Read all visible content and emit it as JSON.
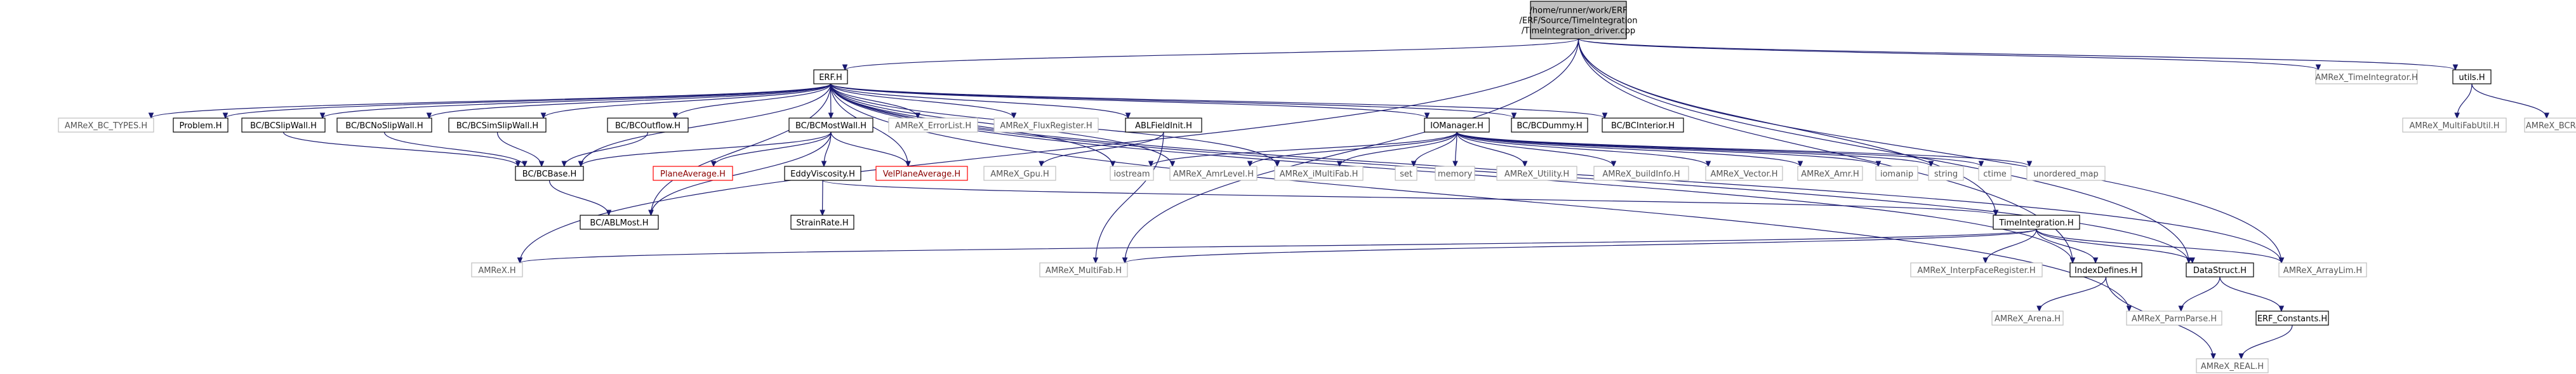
{
  "graph": {
    "nodes": [
      {
        "id": "root",
        "lines": [
          "/home/runner/work/ERF",
          "/ERF/Source/TimeIntegration",
          "/TimeIntegration_driver.cpp"
        ],
        "kind": "root"
      },
      {
        "id": "erf_h",
        "lines": [
          "ERF.H"
        ],
        "kind": "normal"
      },
      {
        "id": "amrex_timeintegrator_h",
        "lines": [
          "AMReX_TimeIntegrator.H"
        ],
        "kind": "sys"
      },
      {
        "id": "utils_h",
        "lines": [
          "utils.H"
        ],
        "kind": "normal"
      },
      {
        "id": "amrex_bc_types_h",
        "lines": [
          "AMReX_BC_TYPES.H"
        ],
        "kind": "sys"
      },
      {
        "id": "problem_h",
        "lines": [
          "Problem.H"
        ],
        "kind": "normal"
      },
      {
        "id": "bcslipwall_h",
        "lines": [
          "BC/BCSlipWall.H"
        ],
        "kind": "normal"
      },
      {
        "id": "bcnoslipwall_h",
        "lines": [
          "BC/BCNoSlipWall.H"
        ],
        "kind": "normal"
      },
      {
        "id": "bcsimslipwall_h",
        "lines": [
          "BC/BCSimSlipWall.H"
        ],
        "kind": "normal"
      },
      {
        "id": "bcoutflow_h",
        "lines": [
          "BC/BCOutflow.H"
        ],
        "kind": "normal"
      },
      {
        "id": "bcmostwall_h",
        "lines": [
          "BC/BCMostWall.H"
        ],
        "kind": "normal"
      },
      {
        "id": "amrex_errorlist_h",
        "lines": [
          "AMReX_ErrorList.H"
        ],
        "kind": "sys"
      },
      {
        "id": "amrex_fluxregister_h",
        "lines": [
          "AMReX_FluxRegister.H"
        ],
        "kind": "sys"
      },
      {
        "id": "ablfieldinit_h",
        "lines": [
          "ABLFieldInit.H"
        ],
        "kind": "normal"
      },
      {
        "id": "iomanager_h",
        "lines": [
          "IOManager.H"
        ],
        "kind": "normal"
      },
      {
        "id": "bcdummy_h",
        "lines": [
          "BC/BCDummy.H"
        ],
        "kind": "normal"
      },
      {
        "id": "bcinterior_h",
        "lines": [
          "BC/BCInterior.H"
        ],
        "kind": "normal"
      },
      {
        "id": "amrex_multifabutil_h",
        "lines": [
          "AMReX_MultiFabUtil.H"
        ],
        "kind": "sys"
      },
      {
        "id": "amrex_bcrec_h",
        "lines": [
          "AMReX_BCRec.H"
        ],
        "kind": "sys"
      },
      {
        "id": "bcbase_h",
        "lines": [
          "BC/BCBase.H"
        ],
        "kind": "normal"
      },
      {
        "id": "planeaverage_h",
        "lines": [
          "PlaneAverage.H"
        ],
        "kind": "red"
      },
      {
        "id": "velplaneaverage_h",
        "lines": [
          "VelPlaneAverage.H"
        ],
        "kind": "red"
      },
      {
        "id": "amrex_gpu_h",
        "lines": [
          "AMReX_Gpu.H"
        ],
        "kind": "sys"
      },
      {
        "id": "eddyviscosity_h",
        "lines": [
          "EddyViscosity.H"
        ],
        "kind": "normal"
      },
      {
        "id": "iostream",
        "lines": [
          "iostream"
        ],
        "kind": "sys"
      },
      {
        "id": "amrex_amrlevel_h",
        "lines": [
          "AMReX_AmrLevel.H"
        ],
        "kind": "sys"
      },
      {
        "id": "amrex_imultifab_h",
        "lines": [
          "AMReX_iMultiFab.H"
        ],
        "kind": "sys"
      },
      {
        "id": "set",
        "lines": [
          "set"
        ],
        "kind": "sys"
      },
      {
        "id": "memory",
        "lines": [
          "memory"
        ],
        "kind": "sys"
      },
      {
        "id": "amrex_utility_h",
        "lines": [
          "AMReX_Utility.H"
        ],
        "kind": "sys"
      },
      {
        "id": "amrex_buildinfo_h",
        "lines": [
          "AMReX_buildInfo.H"
        ],
        "kind": "sys"
      },
      {
        "id": "amrex_vector_h",
        "lines": [
          "AMReX_Vector.H"
        ],
        "kind": "sys"
      },
      {
        "id": "amrex_amr_h",
        "lines": [
          "AMReX_Amr.H"
        ],
        "kind": "sys"
      },
      {
        "id": "iomanip",
        "lines": [
          "iomanip"
        ],
        "kind": "sys"
      },
      {
        "id": "string",
        "lines": [
          "string"
        ],
        "kind": "sys"
      },
      {
        "id": "ctime",
        "lines": [
          "ctime"
        ],
        "kind": "sys"
      },
      {
        "id": "unordered_map",
        "lines": [
          "unordered_map"
        ],
        "kind": "sys"
      },
      {
        "id": "bcablmost_h",
        "lines": [
          "BC/ABLMost.H"
        ],
        "kind": "normal"
      },
      {
        "id": "strainrate_h",
        "lines": [
          "StrainRate.H"
        ],
        "kind": "normal"
      },
      {
        "id": "timeintegration_h",
        "lines": [
          "TimeIntegration.H"
        ],
        "kind": "normal"
      },
      {
        "id": "amrex_h",
        "lines": [
          "AMReX.H"
        ],
        "kind": "sys"
      },
      {
        "id": "amrex_multifab_h",
        "lines": [
          "AMReX_MultiFab.H"
        ],
        "kind": "sys"
      },
      {
        "id": "amrex_interpfaceregister_h",
        "lines": [
          "AMReX_InterpFaceRegister.H"
        ],
        "kind": "sys"
      },
      {
        "id": "indexdefines_h",
        "lines": [
          "IndexDefines.H"
        ],
        "kind": "normal"
      },
      {
        "id": "datastruct_h",
        "lines": [
          "DataStruct.H"
        ],
        "kind": "normal"
      },
      {
        "id": "amrex_arraylim_h",
        "lines": [
          "AMReX_ArrayLim.H"
        ],
        "kind": "sys"
      },
      {
        "id": "amrex_arena_h",
        "lines": [
          "AMReX_Arena.H"
        ],
        "kind": "sys"
      },
      {
        "id": "amrex_parmparse_h",
        "lines": [
          "AMReX_ParmParse.H"
        ],
        "kind": "sys"
      },
      {
        "id": "erf_constants_h",
        "lines": [
          "ERF_Constants.H"
        ],
        "kind": "normal"
      },
      {
        "id": "amrex_real_h",
        "lines": [
          "AMReX_REAL.H"
        ],
        "kind": "sys"
      }
    ],
    "edges": [
      [
        "root",
        "erf_h"
      ],
      [
        "root",
        "amrex_timeintegrator_h"
      ],
      [
        "root",
        "utils_h"
      ],
      [
        "root",
        "amrex_h"
      ],
      [
        "root",
        "amrex_multifab_h"
      ],
      [
        "root",
        "amrex_arraylim_h"
      ],
      [
        "root",
        "timeintegration_h"
      ],
      [
        "root",
        "indexdefines_h"
      ],
      [
        "root",
        "datastruct_h"
      ],
      [
        "utils_h",
        "amrex_multifabutil_h"
      ],
      [
        "utils_h",
        "amrex_bcrec_h"
      ],
      [
        "erf_h",
        "amrex_bc_types_h"
      ],
      [
        "erf_h",
        "problem_h"
      ],
      [
        "erf_h",
        "bcslipwall_h"
      ],
      [
        "erf_h",
        "bcnoslipwall_h"
      ],
      [
        "erf_h",
        "bcsimslipwall_h"
      ],
      [
        "erf_h",
        "bcoutflow_h"
      ],
      [
        "erf_h",
        "bcmostwall_h"
      ],
      [
        "erf_h",
        "amrex_errorlist_h"
      ],
      [
        "erf_h",
        "amrex_fluxregister_h"
      ],
      [
        "erf_h",
        "ablfieldinit_h"
      ],
      [
        "erf_h",
        "iomanager_h"
      ],
      [
        "erf_h",
        "bcdummy_h"
      ],
      [
        "erf_h",
        "bcinterior_h"
      ],
      [
        "erf_h",
        "bcbase_h"
      ],
      [
        "erf_h",
        "bcablmost_h"
      ],
      [
        "erf_h",
        "velplaneaverage_h"
      ],
      [
        "erf_h",
        "iostream"
      ],
      [
        "erf_h",
        "amrex_amrlevel_h"
      ],
      [
        "erf_h",
        "amrex_imultifab_h"
      ],
      [
        "erf_h",
        "amrex_arraylim_h"
      ],
      [
        "erf_h",
        "amrex_parmparse_h"
      ],
      [
        "erf_h",
        "indexdefines_h"
      ],
      [
        "erf_h",
        "datastruct_h"
      ],
      [
        "bcslipwall_h",
        "bcbase_h"
      ],
      [
        "bcnoslipwall_h",
        "bcbase_h"
      ],
      [
        "bcsimslipwall_h",
        "bcbase_h"
      ],
      [
        "bcoutflow_h",
        "bcbase_h"
      ],
      [
        "bcmostwall_h",
        "bcbase_h"
      ],
      [
        "bcmostwall_h",
        "planeaverage_h"
      ],
      [
        "bcmostwall_h",
        "velplaneaverage_h"
      ],
      [
        "bcmostwall_h",
        "eddyviscosity_h"
      ],
      [
        "bcmostwall_h",
        "bcablmost_h"
      ],
      [
        "bcbase_h",
        "bcablmost_h"
      ],
      [
        "ablfieldinit_h",
        "amrex_gpu_h"
      ],
      [
        "ablfieldinit_h",
        "amrex_multifab_h"
      ],
      [
        "eddyviscosity_h",
        "strainrate_h"
      ],
      [
        "eddyviscosity_h",
        "timeintegration_h"
      ],
      [
        "iomanager_h",
        "iostream"
      ],
      [
        "iomanager_h",
        "amrex_amrlevel_h"
      ],
      [
        "iomanager_h",
        "amrex_imultifab_h"
      ],
      [
        "iomanager_h",
        "set"
      ],
      [
        "iomanager_h",
        "memory"
      ],
      [
        "iomanager_h",
        "amrex_utility_h"
      ],
      [
        "iomanager_h",
        "amrex_buildinfo_h"
      ],
      [
        "iomanager_h",
        "amrex_vector_h"
      ],
      [
        "iomanager_h",
        "amrex_amr_h"
      ],
      [
        "iomanager_h",
        "iomanip"
      ],
      [
        "iomanager_h",
        "string"
      ],
      [
        "iomanager_h",
        "ctime"
      ],
      [
        "iomanager_h",
        "unordered_map"
      ],
      [
        "timeintegration_h",
        "amrex_h"
      ],
      [
        "timeintegration_h",
        "amrex_multifab_h"
      ],
      [
        "timeintegration_h",
        "amrex_interpfaceregister_h"
      ],
      [
        "timeintegration_h",
        "indexdefines_h"
      ],
      [
        "timeintegration_h",
        "datastruct_h"
      ],
      [
        "timeintegration_h",
        "amrex_arraylim_h"
      ],
      [
        "indexdefines_h",
        "amrex_arena_h"
      ],
      [
        "indexdefines_h",
        "amrex_real_h"
      ],
      [
        "datastruct_h",
        "amrex_parmparse_h"
      ],
      [
        "datastruct_h",
        "erf_constants_h"
      ],
      [
        "erf_constants_h",
        "amrex_real_h"
      ]
    ]
  }
}
